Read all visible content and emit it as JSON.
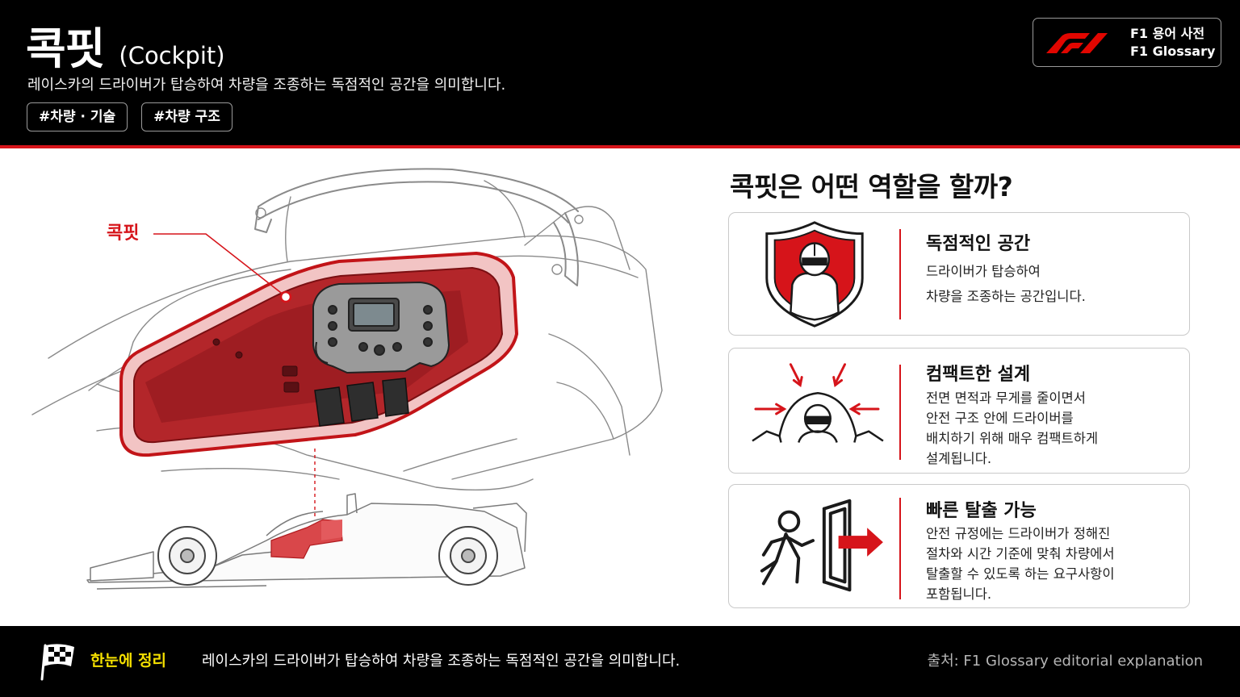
{
  "header": {
    "title_ko": "콕핏",
    "title_en": "(Cockpit)",
    "subtitle": "레이스카의 드라이버가 탑승하여 차량을 조종하는 독점적인 공간을 의미합니다.",
    "tags": [
      "#차량 · 기술",
      "#차량 구조"
    ],
    "glossary_line1": "F1 용어 사전",
    "glossary_line2": "F1 Glossary"
  },
  "illustration": {
    "callout_label": "콕핏"
  },
  "panel": {
    "title": "콕핏은 어떤 역할을 할까?",
    "cards": [
      {
        "icon": "driver-shield-icon",
        "title": "독점적인 공간",
        "lines": [
          "드라이버가 탑승하여",
          "차량을 조종하는 공간입니다."
        ]
      },
      {
        "icon": "compact-cockpit-icon",
        "title": "컴팩트한 설계",
        "lines": [
          "전면 면적과 무게를 줄이면서",
          "안전 구조 안에 드라이버를",
          "배치하기 위해 매우 컴팩트하게",
          "설계됩니다."
        ]
      },
      {
        "icon": "escape-exit-icon",
        "title": "빠른 탈출 가능",
        "lines": [
          "안전 규정에는 드라이버가 정해진",
          "절차와 시간 기준에 맞춰 차량에서",
          "탈출할 수 있도록 하는 요구사항이",
          "포함됩니다."
        ]
      }
    ]
  },
  "footer": {
    "label": "한눈에 정리",
    "summary": "레이스카의 드라이버가 탑승하여 차량을 조종하는 독점적인 공간을 의미합니다.",
    "source": "출처:  F1 Glossary editorial explanation"
  },
  "colors": {
    "accent": "#d6141a",
    "header_bg": "#000000",
    "footer_label": "#f5e000"
  }
}
